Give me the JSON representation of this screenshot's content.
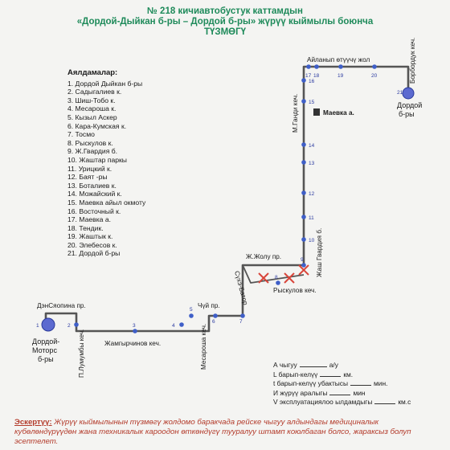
{
  "header": {
    "line1": "№ 218 кичиавтобустук каттамдын",
    "line2": "«Дордой-Дыйкан б-ры  – Дордой б-ры» жүрүү кыймылы боюнча",
    "line3": "ТҮЗМӨГҮ"
  },
  "stops": {
    "title": "Аялдамалар:",
    "items": [
      "1. Дордой Дыйкан б-ры",
      "2. Садыгалиев к.",
      "3. Шиш-Тобо к.",
      "4. Месароша к.",
      "5. Кызыл Аскер",
      "6. Кара-Кумская к.",
      "7. Тосмо",
      "8. Рыскулов к.",
      "9. Ж.Гвардия б.",
      "10. Жаштар паркы",
      "11. Урицкий к.",
      "12. Баят -ры",
      "13. Боталиев к.",
      "14. Можайский к.",
      "15. Маевка айыл окмоту",
      "16. Восточный к.",
      "17. Маевка а.",
      "18. Тендик.",
      "19. Жаштык к.",
      "20. Элебесов к.",
      "21. Дордой б-ры"
    ]
  },
  "map": {
    "streets": {
      "ailanyp": "Айланып өтүүчү жол",
      "borbordu": "Борбордук кеч.",
      "mgandi": "М.Ганди кеч.",
      "maevka": "Маевка а.",
      "zhash_gvardia": "Жаш Гвардия б.",
      "zhzholu": "Ж.Жолу пр.",
      "ryskulov": "Рыскулов кеч.",
      "suhe_bator": "Сүхэ-Батор",
      "chui": "Чүй пр.",
      "dzerzh": "ДэнСяопина пр.",
      "mesarosha": "Месароша кеч.",
      "zhamgyrchinov": "Жамгырчинов кеч.",
      "lumumba": "П.Лумумбы кеч."
    },
    "terminal_start": [
      "Дордой-",
      "Моторс",
      "б-ры"
    ],
    "terminal_end": [
      "Дордой",
      "б-ры"
    ],
    "stop_numbers": [
      "1",
      "2",
      "3",
      "4",
      "5",
      "6",
      "7",
      "8",
      "9",
      "10",
      "11",
      "12",
      "13",
      "14",
      "15",
      "16",
      "17",
      "18",
      "19",
      "20",
      "21"
    ]
  },
  "legend": {
    "rows": [
      {
        "pre": "А чыгуу",
        "post": "а/у"
      },
      {
        "pre": "L барып-келүү",
        "post": "км."
      },
      {
        "pre": "t барып-келүү убактысы",
        "post": "мин."
      },
      {
        "pre": "И жүрүү аралыгы",
        "post": "мин"
      },
      {
        "pre": "V эксплуатациялоо ылдамдыгы",
        "post": "км.с"
      }
    ]
  },
  "note": {
    "label": "Эскертүү:",
    "text": "Жүрүү кыймылынын түзмөгү жолдомо баракчада рейске чыгуу алдындагы медициналык кубөлөндүрүүдөн жана техникалык кароодон өткөндүгү тууралуу штамп коюлбаган болсо, жараксыз болуп эсептелет."
  },
  "colors": {
    "route": "#555555",
    "stop": "#3f5fc8",
    "cross": "#d8453a",
    "title": "#1e8a5a",
    "note": "#b33a2a"
  }
}
